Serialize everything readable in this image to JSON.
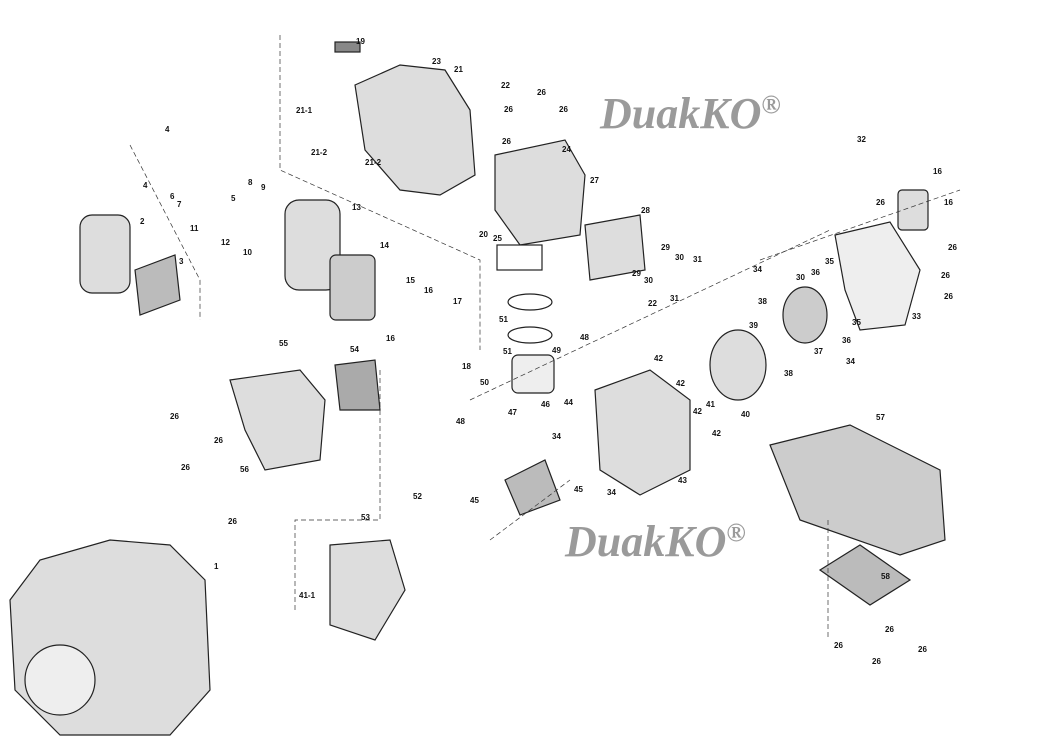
{
  "diagram": {
    "title": "Engine exploded parts view",
    "watermark": "DuakKO",
    "watermark_mark": "®",
    "part_labels": [
      "19",
      "23",
      "21",
      "22",
      "26",
      "26",
      "26",
      "21-1",
      "26",
      "24",
      "21-2",
      "21-2",
      "4",
      "4",
      "8",
      "9",
      "6",
      "7",
      "5",
      "27",
      "32",
      "16",
      "16",
      "26",
      "26",
      "2",
      "3",
      "11",
      "12",
      "10",
      "13",
      "28",
      "20",
      "25",
      "14",
      "29",
      "30",
      "31",
      "29",
      "30",
      "31",
      "22",
      "34",
      "30",
      "36",
      "35",
      "26",
      "26",
      "15",
      "16",
      "17",
      "16",
      "51",
      "38",
      "33",
      "35",
      "39",
      "36",
      "37",
      "34",
      "48",
      "51",
      "49",
      "18",
      "55",
      "54",
      "42",
      "38",
      "42",
      "42",
      "41",
      "40",
      "42",
      "50",
      "46",
      "44",
      "47",
      "48",
      "34",
      "26",
      "26",
      "26",
      "56",
      "26",
      "45",
      "34",
      "43",
      "57",
      "52",
      "45",
      "53",
      "1",
      "58",
      "41-1",
      "26",
      "26",
      "26",
      "26"
    ]
  }
}
